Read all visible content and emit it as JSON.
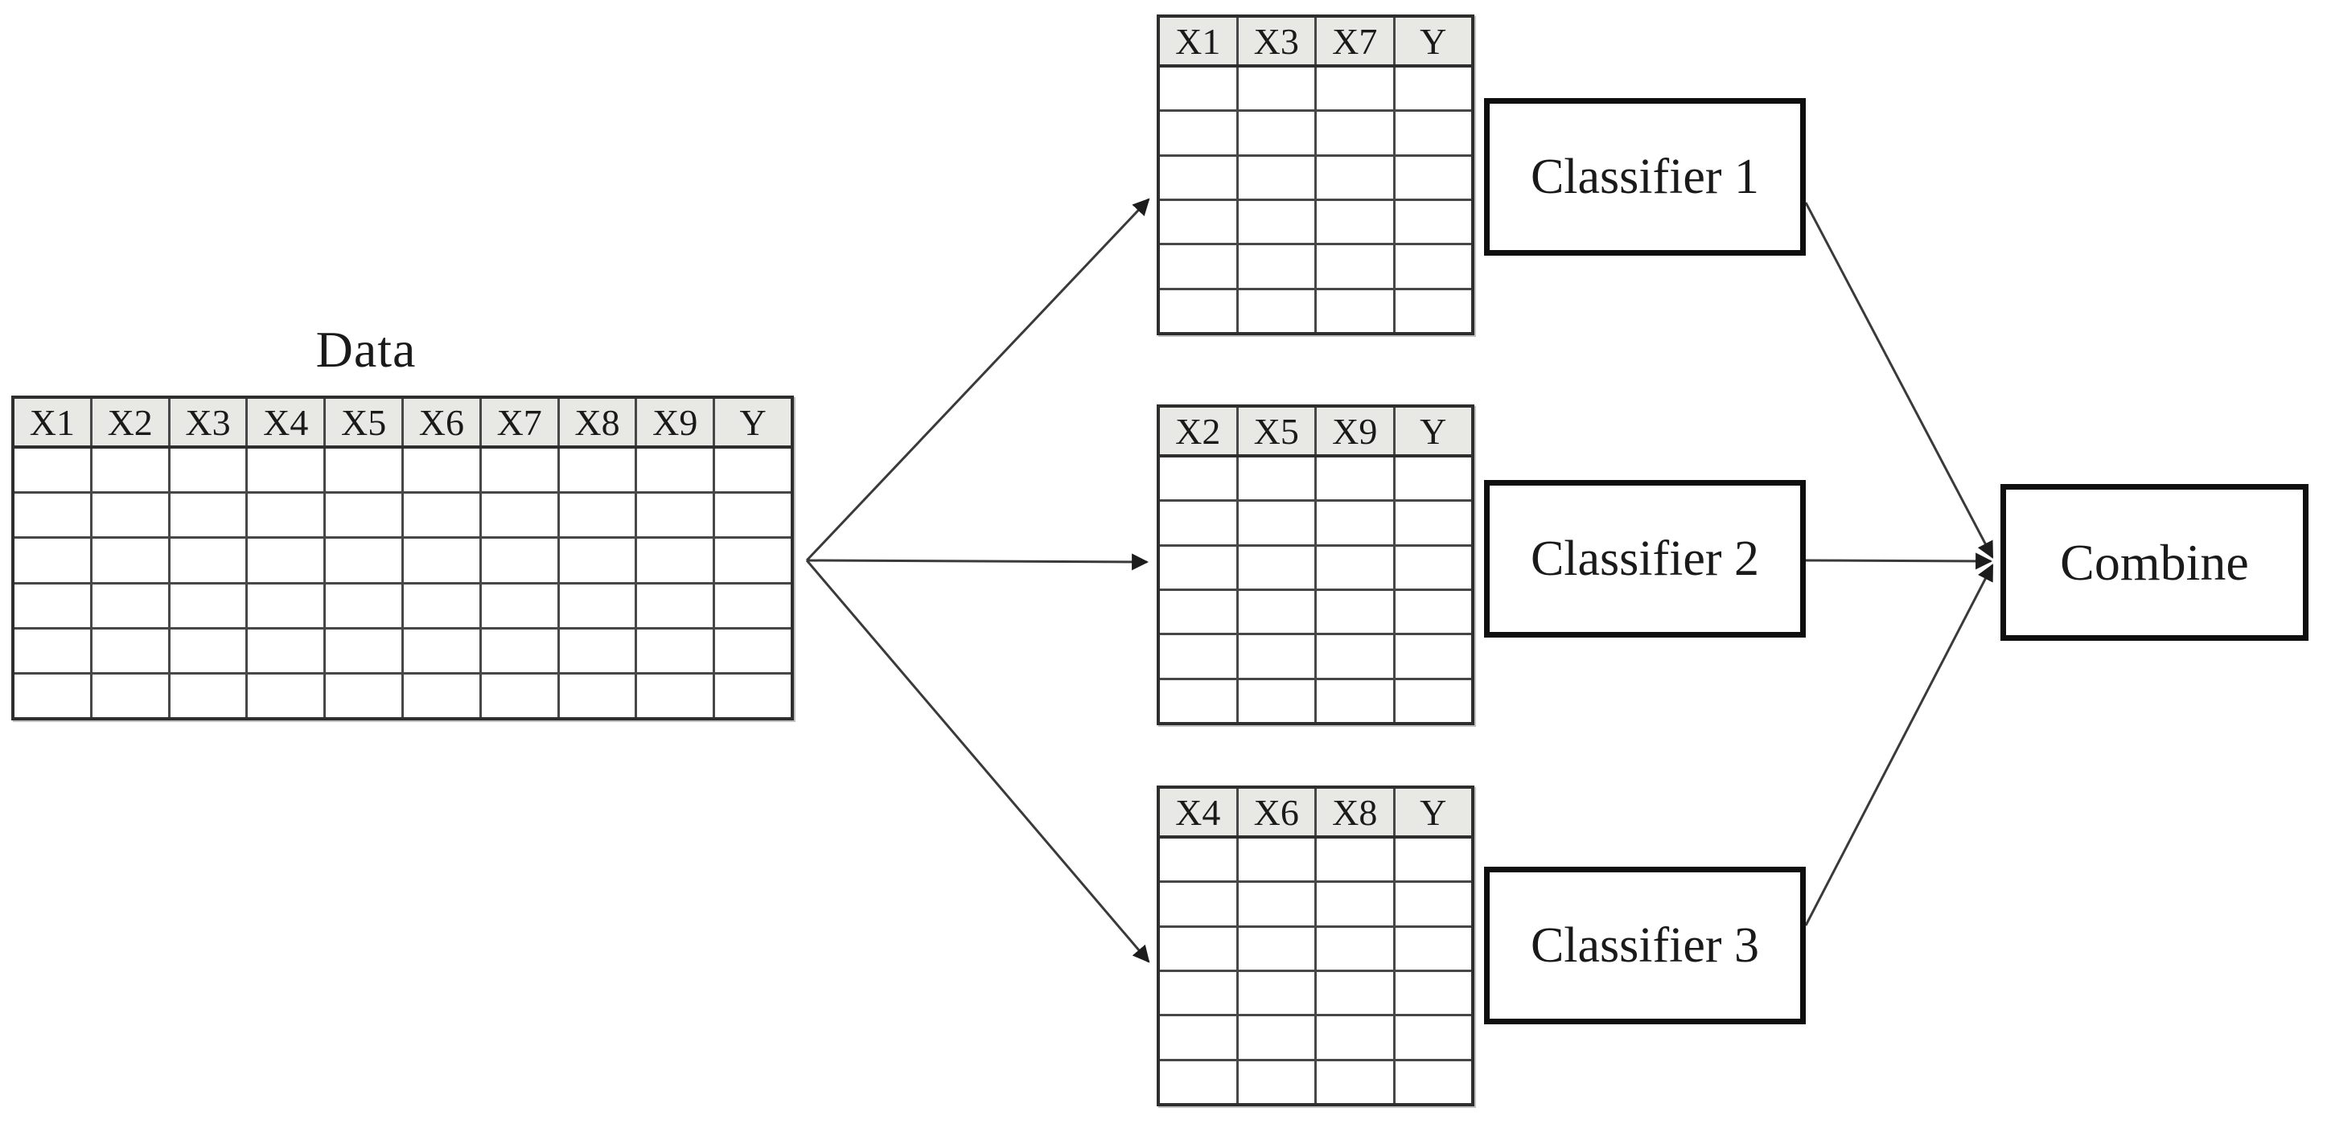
{
  "diagram": {
    "title": "Data",
    "colors": {
      "header_fill": "#e8e8e5",
      "grid_line": "#474747",
      "table_border": "#2e2e2e",
      "box_border": "#0f0f0f",
      "arrow": "#3a3a3a",
      "text": "#1a1a1a",
      "background": "#ffffff"
    },
    "main_table": {
      "title": "Data",
      "columns": [
        "X1",
        "X2",
        "X3",
        "X4",
        "X5",
        "X6",
        "X7",
        "X8",
        "X9",
        "Y"
      ],
      "body_rows": 6
    },
    "subset_tables": [
      {
        "columns": [
          "X1",
          "X3",
          "X7",
          "Y"
        ],
        "body_rows": 6
      },
      {
        "columns": [
          "X2",
          "X5",
          "X9",
          "Y"
        ],
        "body_rows": 6
      },
      {
        "columns": [
          "X4",
          "X6",
          "X8",
          "Y"
        ],
        "body_rows": 6
      }
    ],
    "classifiers": [
      {
        "label": "Classifier 1"
      },
      {
        "label": "Classifier 2"
      },
      {
        "label": "Classifier 3"
      }
    ],
    "combine": {
      "label": "Combine"
    }
  }
}
